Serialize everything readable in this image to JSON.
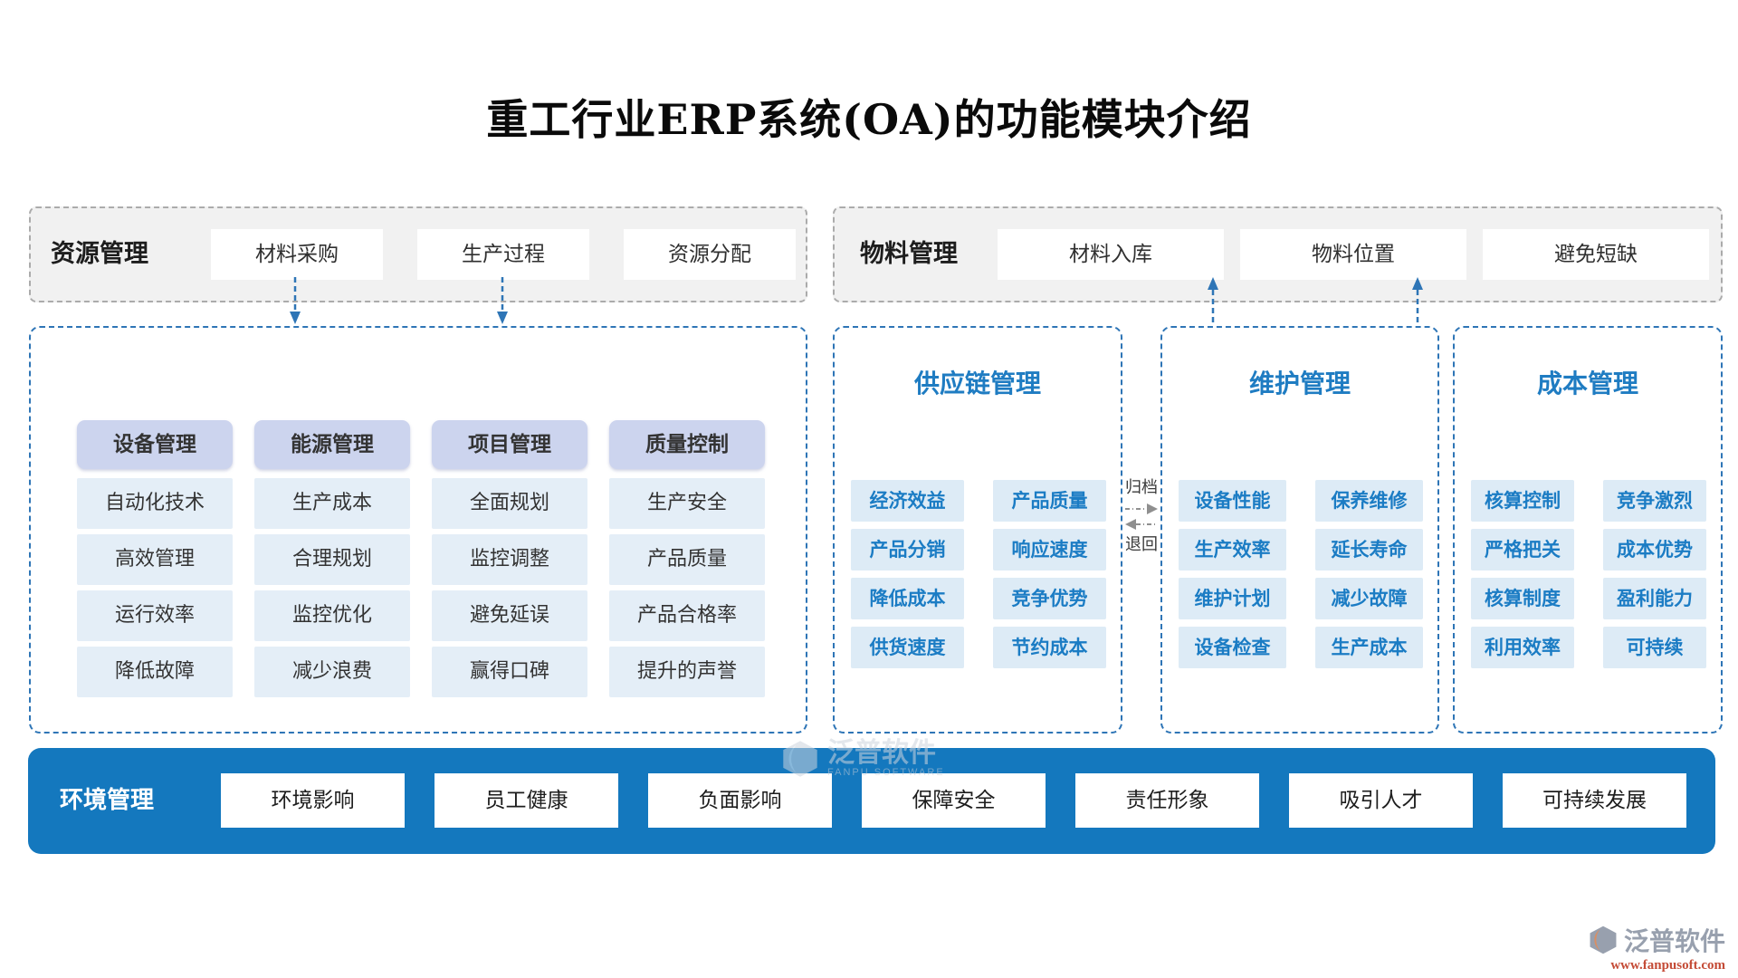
{
  "title": "重工行业ERP系统(OA)的功能模块介绍",
  "top_left": {
    "label": "资源管理",
    "buttons": [
      "材料采购",
      "生产过程",
      "资源分配"
    ]
  },
  "top_right": {
    "label": "物料管理",
    "buttons": [
      "材料入库",
      "物料位置",
      "避免短缺"
    ]
  },
  "matrix": {
    "columns": [
      {
        "header": "设备管理",
        "items": [
          "自动化技术",
          "高效管理",
          "运行效率",
          "降低故障"
        ]
      },
      {
        "header": "能源管理",
        "items": [
          "生产成本",
          "合理规划",
          "监控优化",
          "减少浪费"
        ]
      },
      {
        "header": "项目管理",
        "items": [
          "全面规划",
          "监控调整",
          "避免延误",
          "赢得口碑"
        ]
      },
      {
        "header": "质量控制",
        "items": [
          "生产安全",
          "产品质量",
          "产品合格率",
          "提升的声誉"
        ]
      }
    ]
  },
  "panels": [
    {
      "title": "供应链管理",
      "left": [
        "经济效益",
        "产品分销",
        "降低成本",
        "供货速度"
      ],
      "right": [
        "产品质量",
        "响应速度",
        "竞争优势",
        "节约成本"
      ]
    },
    {
      "title": "维护管理",
      "left": [
        "设备性能",
        "生产效率",
        "维护计划",
        "设备检查"
      ],
      "right": [
        "保养维修",
        "延长寿命",
        "减少故障",
        "生产成本"
      ]
    },
    {
      "title": "成本管理",
      "left": [
        "核算控制",
        "严格把关",
        "核算制度",
        "利用效率"
      ],
      "right": [
        "竞争激烈",
        "成本优势",
        "盈利能力",
        "可持续"
      ]
    }
  ],
  "flow": {
    "archive": "归档",
    "return": "退回"
  },
  "bottom_bar": {
    "label": "环境管理",
    "buttons": [
      "环境影响",
      "员工健康",
      "负面影响",
      "保障安全",
      "责任形象",
      "吸引人才",
      "可持续发展"
    ]
  },
  "watermark": {
    "brand": "泛普软件",
    "brand_en": "FANPU SOFTWARE",
    "url": "www.fanpusoft.com"
  },
  "colors": {
    "accent_blue": "#2e75b6",
    "bar_blue": "#1478be",
    "panel_item_text": "#1b7cc4",
    "panel_item_bg": "#ddebf6",
    "matrix_header_bg": "#ccd4ee",
    "matrix_cell_bg": "#e4eef7",
    "graybox_bg": "#f1f1f1",
    "url_orange": "#c44b36"
  }
}
